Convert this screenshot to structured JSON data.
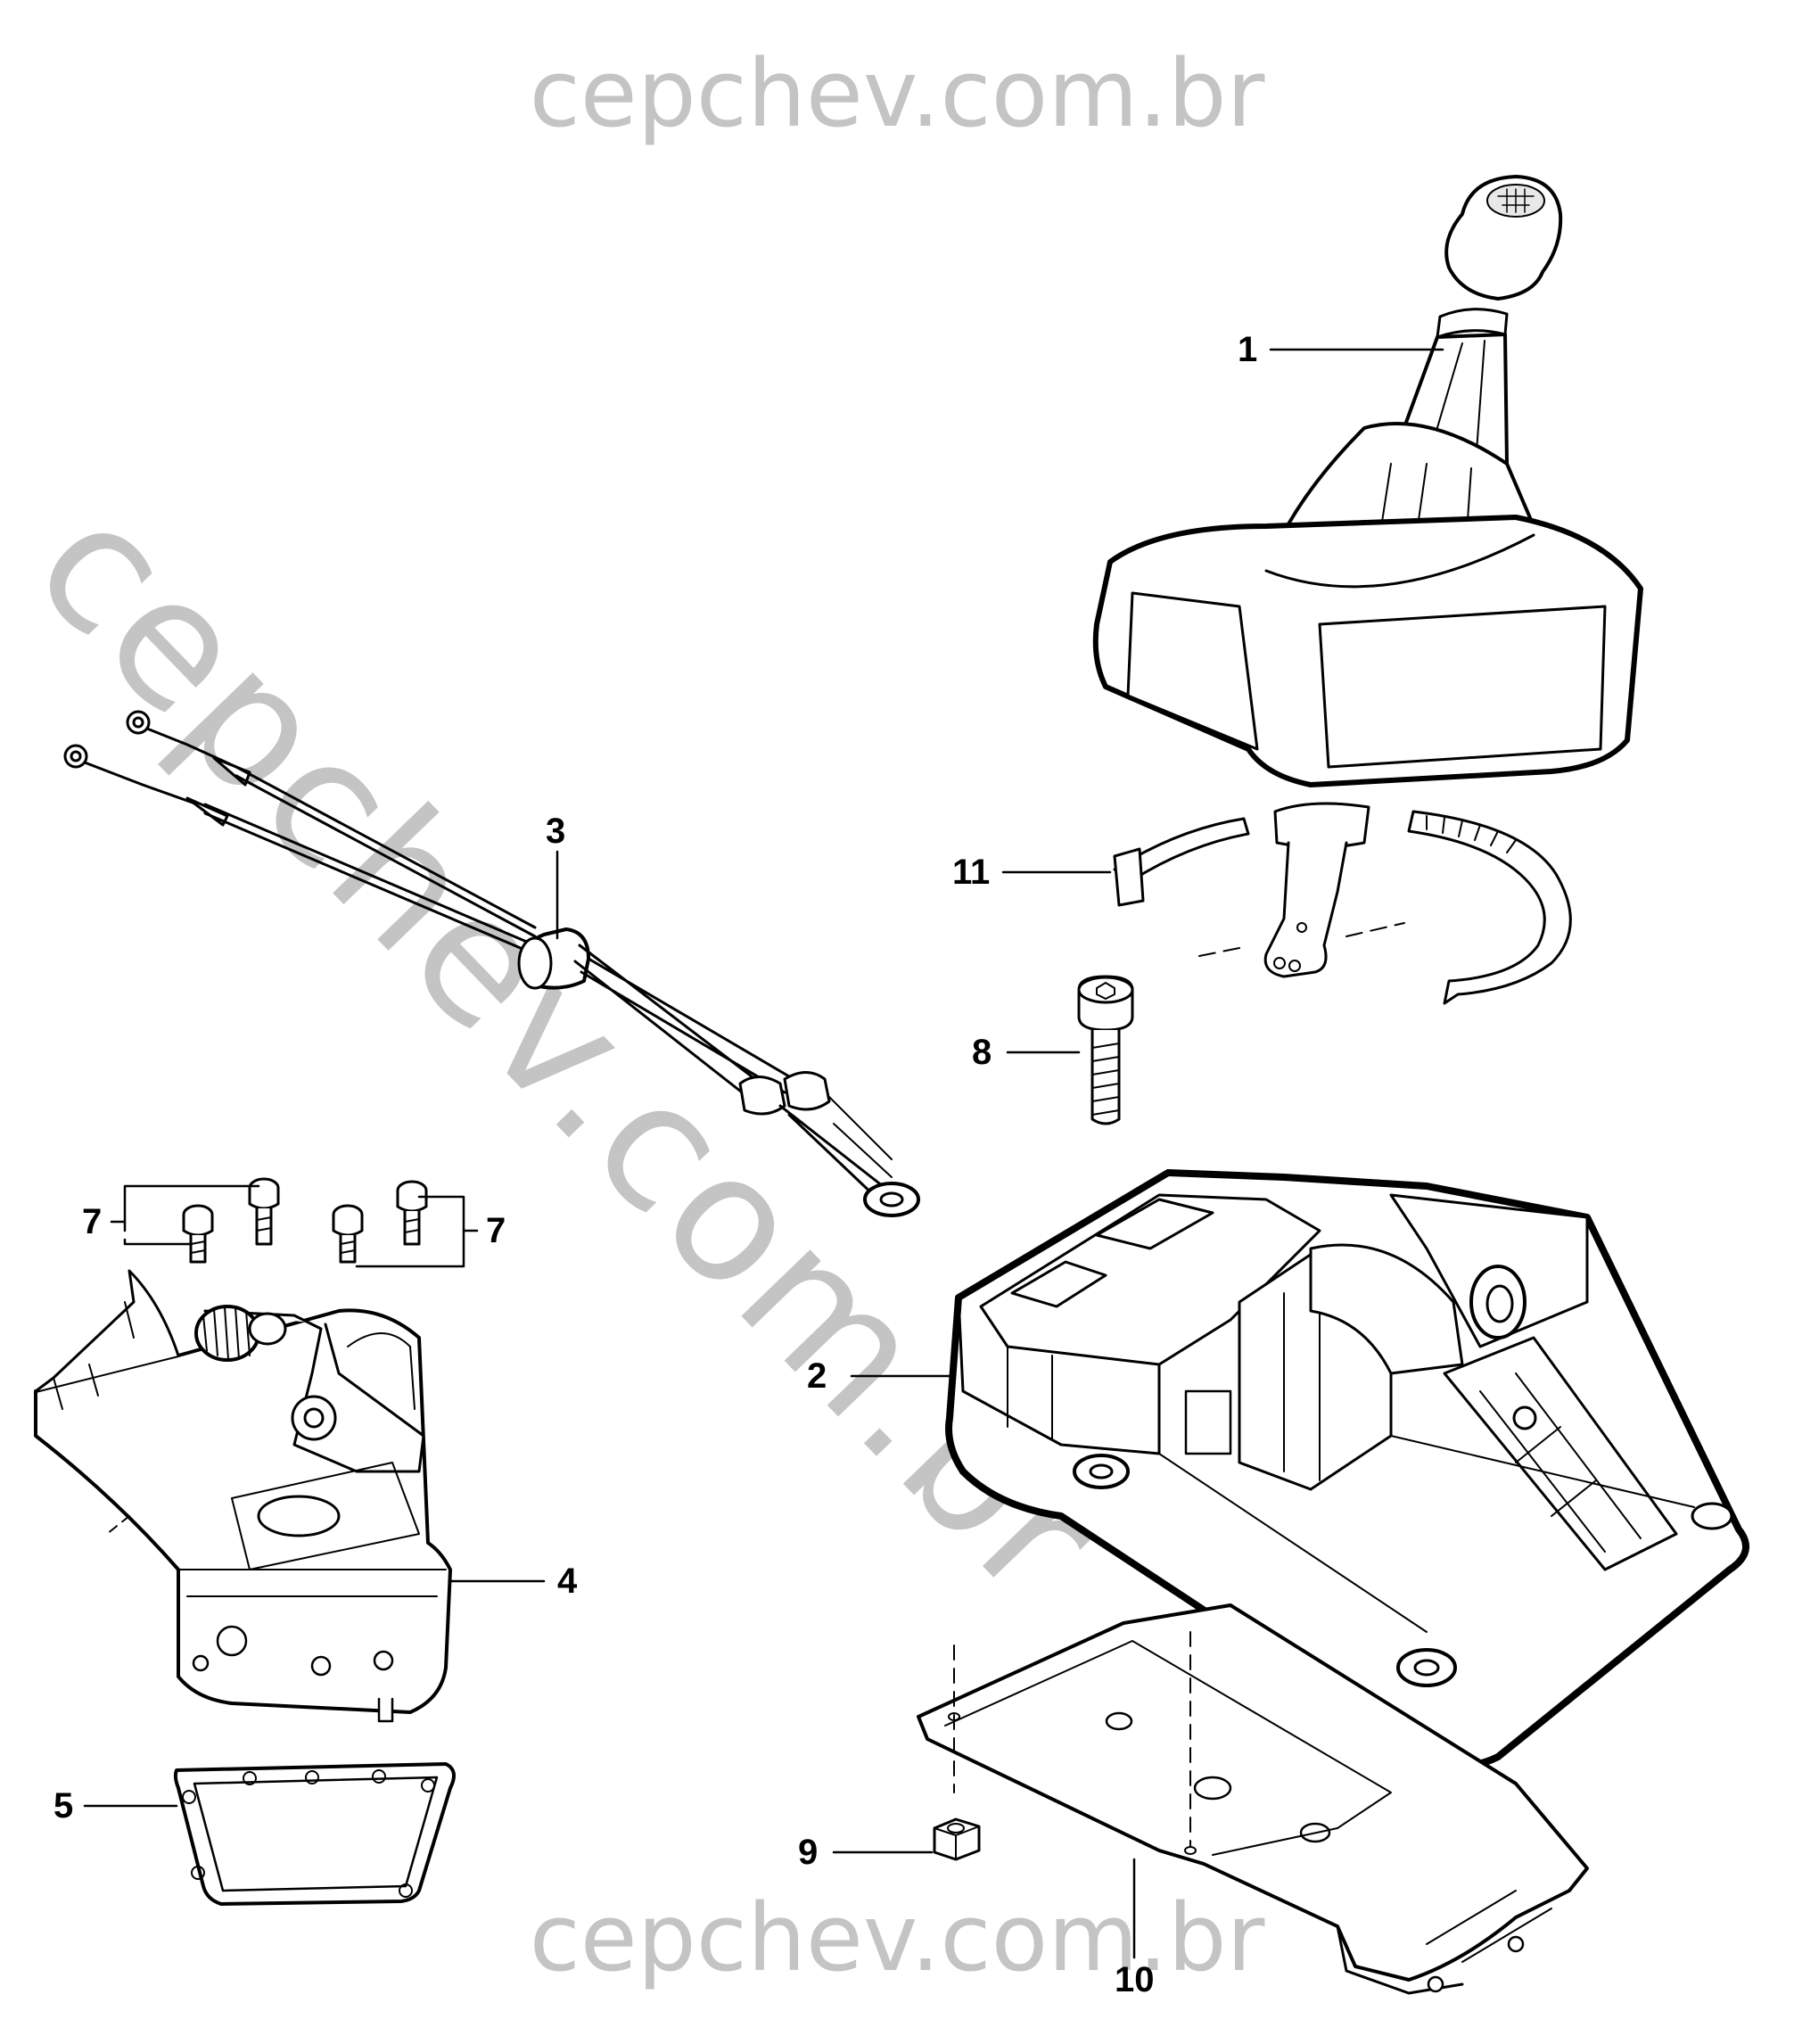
{
  "watermark": {
    "text": "cepchev.com.br",
    "color": "#c4c4c4"
  },
  "callouts": [
    {
      "id": "c1",
      "label": "1"
    },
    {
      "id": "c2",
      "label": "2"
    },
    {
      "id": "c3",
      "label": "3"
    },
    {
      "id": "c4",
      "label": "4"
    },
    {
      "id": "c5",
      "label": "5"
    },
    {
      "id": "c7a",
      "label": "7"
    },
    {
      "id": "c7b",
      "label": "7"
    },
    {
      "id": "c8",
      "label": "8"
    },
    {
      "id": "c9",
      "label": "9"
    },
    {
      "id": "c10",
      "label": "10"
    },
    {
      "id": "c11",
      "label": "11"
    }
  ],
  "colors": {
    "line": "#000000",
    "fill": "#ffffff",
    "shade": "#d9d9d9"
  }
}
